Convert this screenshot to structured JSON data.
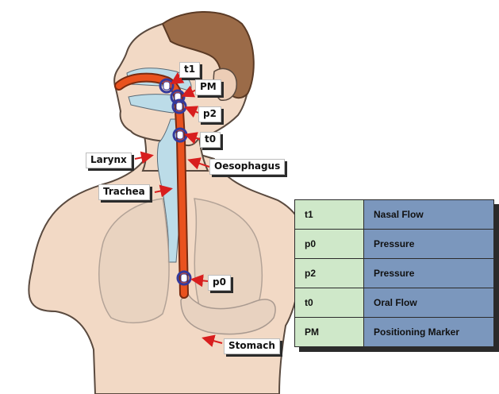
{
  "labels": {
    "t1": "t1",
    "pm": "PM",
    "p2": "p2",
    "t0": "t0",
    "larynx": "Larynx",
    "oesophagus": "Oesophagus",
    "trachea": "Trachea",
    "p0": "p0",
    "stomach": "Stomach"
  },
  "legend": [
    {
      "key": "t1",
      "value": "Nasal Flow"
    },
    {
      "key": "p0",
      "value": "Pressure"
    },
    {
      "key": "p2",
      "value": "Pressure"
    },
    {
      "key": "t0",
      "value": "Oral Flow"
    },
    {
      "key": "PM",
      "value": "Positioning Marker"
    }
  ],
  "colors": {
    "skin": "#f2d9c5",
    "hair": "#9b6b48",
    "airway": "#bcdce8",
    "catheter": "#e9521e",
    "sensor_ring": "#343a9c",
    "arrow": "#d81e1e",
    "legend_key_bg": "#cfe8c9",
    "legend_value_bg": "#7b97bd"
  }
}
